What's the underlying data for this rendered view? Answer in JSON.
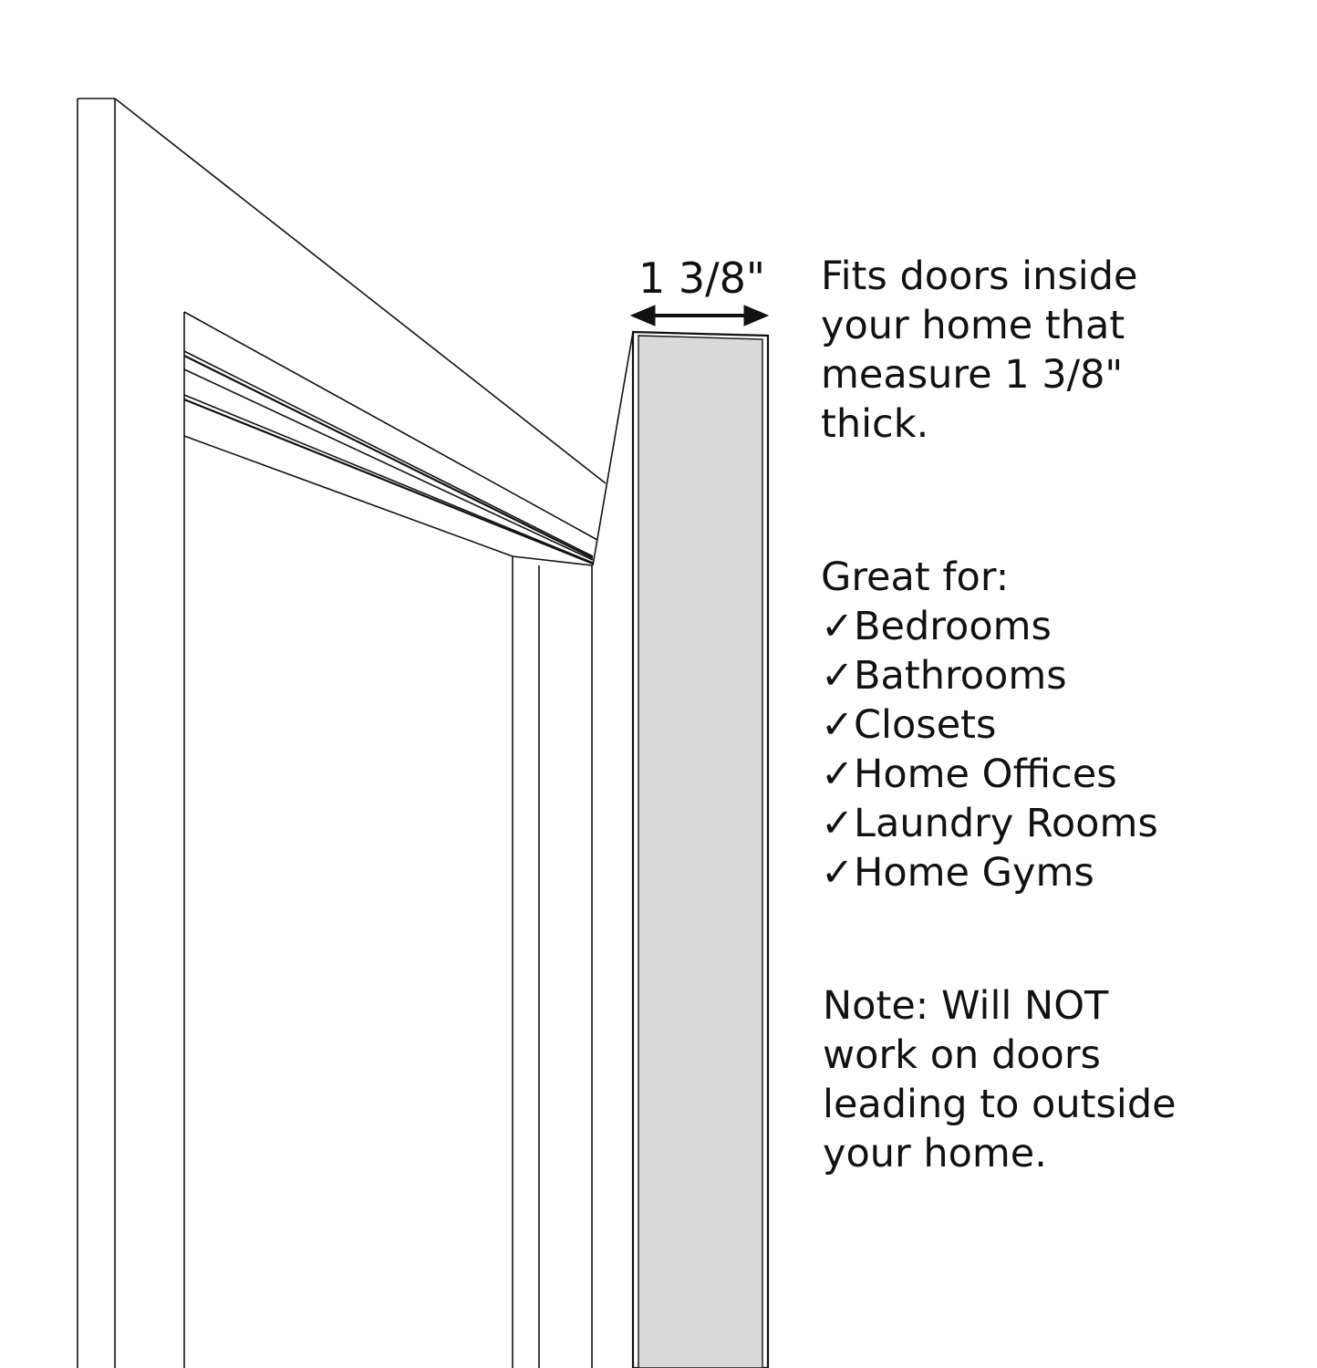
{
  "dimension": {
    "label": "1 3/8\""
  },
  "fits_text": [
    "Fits doors inside",
    "your home that",
    "measure 1 3/8\"",
    "thick."
  ],
  "great_for": {
    "heading": "Great for:",
    "check_glyph": "✓",
    "items": [
      "Bedrooms",
      "Bathrooms",
      "Closets",
      "Home Offices",
      "Laundry Rooms",
      "Home Gyms"
    ]
  },
  "note_text": [
    "Note: Will NOT",
    "work on doors",
    "leading to outside",
    "your home."
  ],
  "colors": {
    "door_edge_fill": "#d9d9d9",
    "line": "#111111",
    "background": "#ffffff"
  },
  "icons": {
    "arrow": "double-headed-arrow-icon",
    "check": "check-mark-icon"
  }
}
